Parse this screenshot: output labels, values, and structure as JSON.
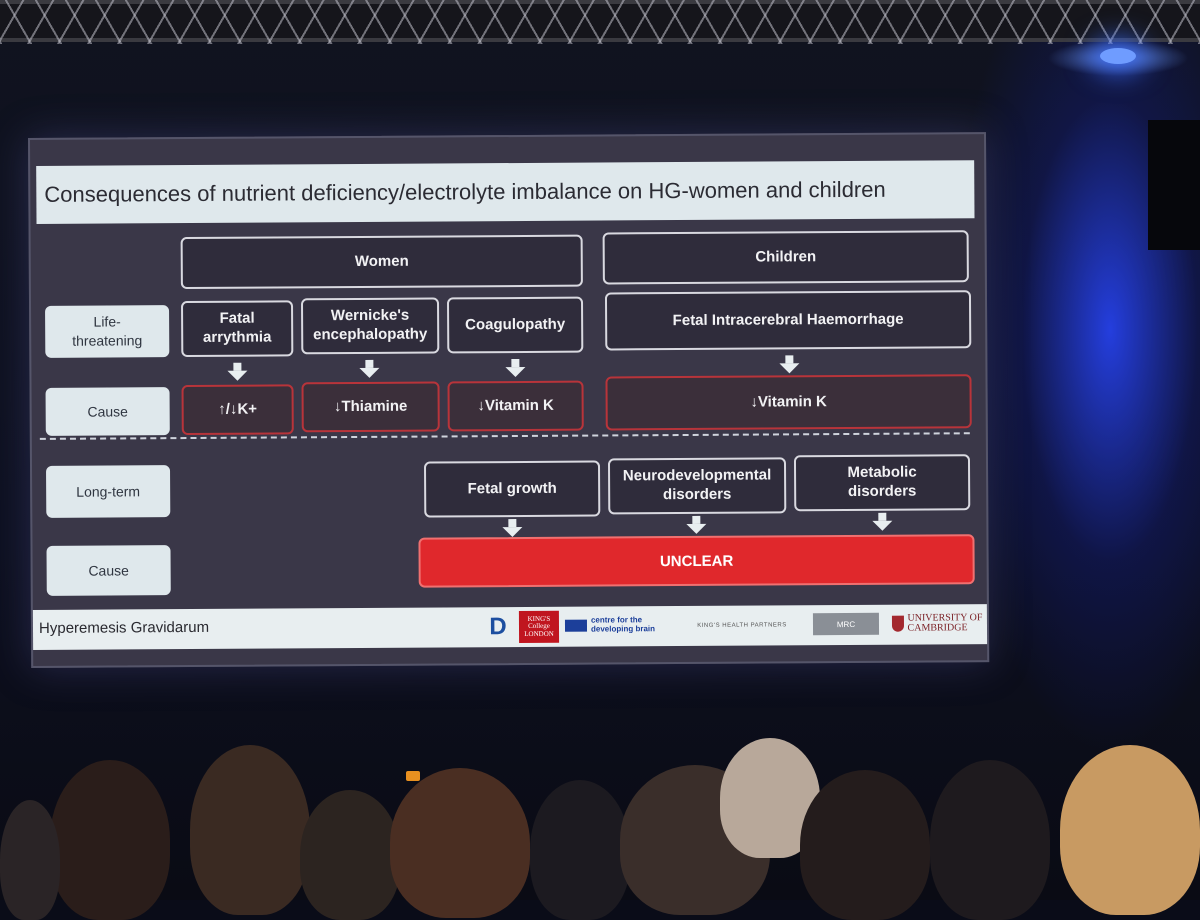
{
  "slide": {
    "title": "Consequences of nutrient deficiency/electrolyte imbalance on HG-women and children",
    "headers": {
      "women": "Women",
      "children": "Children"
    },
    "row_labels": {
      "life_threatening": "Life-\nthreatening",
      "cause_1": "Cause",
      "long_term": "Long-term",
      "cause_2": "Cause"
    },
    "life_threatening": [
      "Fatal\narrythmia",
      "Wernicke's\nencephalopathy",
      "Coagulopathy",
      "Fetal Intracerebral Haemorrhage"
    ],
    "causes": [
      "↑/↓K+",
      "↓Thiamine",
      "↓Vitamin K",
      "↓Vitamin K"
    ],
    "long_term": [
      "Fetal growth",
      "Neurodevelopmental\ndisorders",
      "Metabolic\ndisorders"
    ],
    "long_term_cause": "UNCLEAR",
    "footer": "Hyperemesis Gravidarum",
    "logos": {
      "kcl": "KING'S\nCollege\nLONDON",
      "cdb": "centre for the\ndeveloping brain",
      "khp": "KING'S HEALTH PARTNERS",
      "mrc": "MRC",
      "cambridge": "UNIVERSITY OF\nCAMBRIDGE"
    },
    "colors": {
      "unclear": "#e0282c",
      "cause_border": "#b8343a",
      "slide_bg": "#3a3748"
    }
  }
}
